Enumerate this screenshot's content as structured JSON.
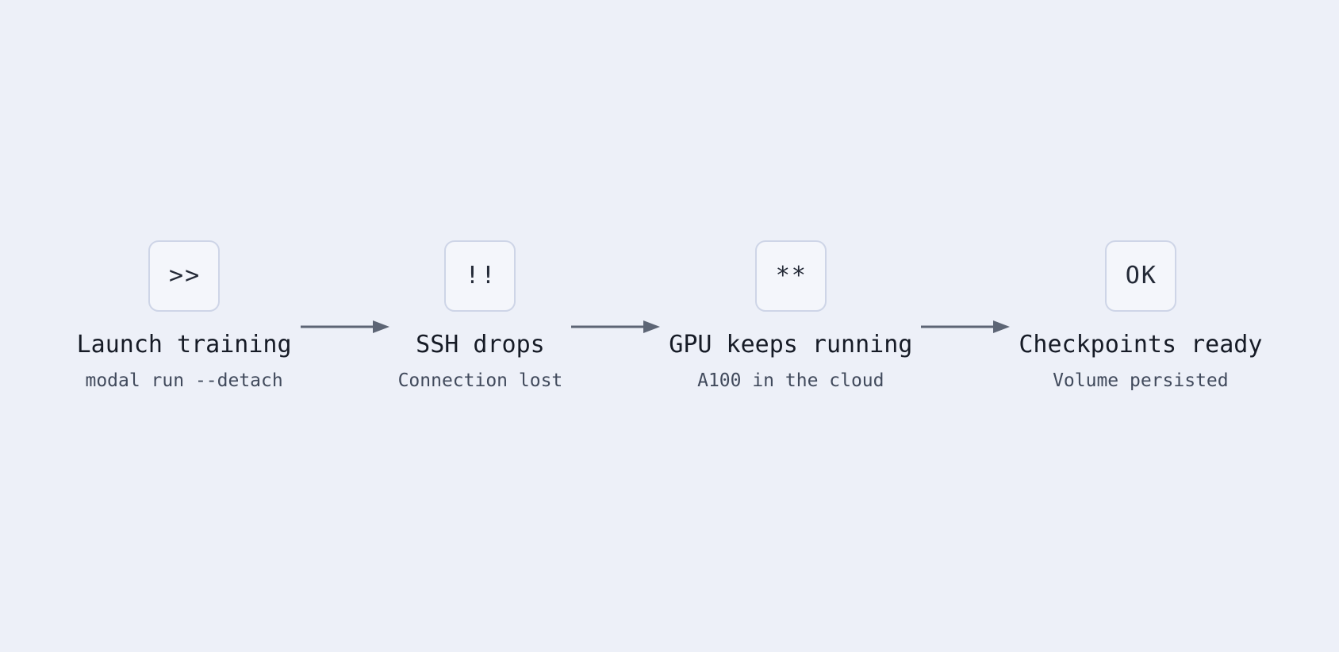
{
  "diagram": {
    "title": "detached-training-flow",
    "steps": [
      {
        "icon": ">>",
        "icon_name": "launch-chevrons-icon",
        "title": "Launch training",
        "subtitle": "modal run --detach"
      },
      {
        "icon": "!!",
        "icon_name": "alert-bangs-icon",
        "title": "SSH drops",
        "subtitle": "Connection lost"
      },
      {
        "icon": "**",
        "icon_name": "running-asterisks-icon",
        "title": "GPU keeps running",
        "subtitle": "A100 in the cloud"
      },
      {
        "icon": "OK",
        "icon_name": "ok-icon",
        "title": "Checkpoints ready",
        "subtitle": "Volume persisted"
      }
    ]
  },
  "colors": {
    "background": "#edf0f8",
    "box_fill": "#f4f6fb",
    "box_border": "#ced5e7",
    "icon_color": "#232936",
    "title_color": "#161b26",
    "subtitle_color": "#414a5c",
    "arrow_color": "#5d6575"
  }
}
